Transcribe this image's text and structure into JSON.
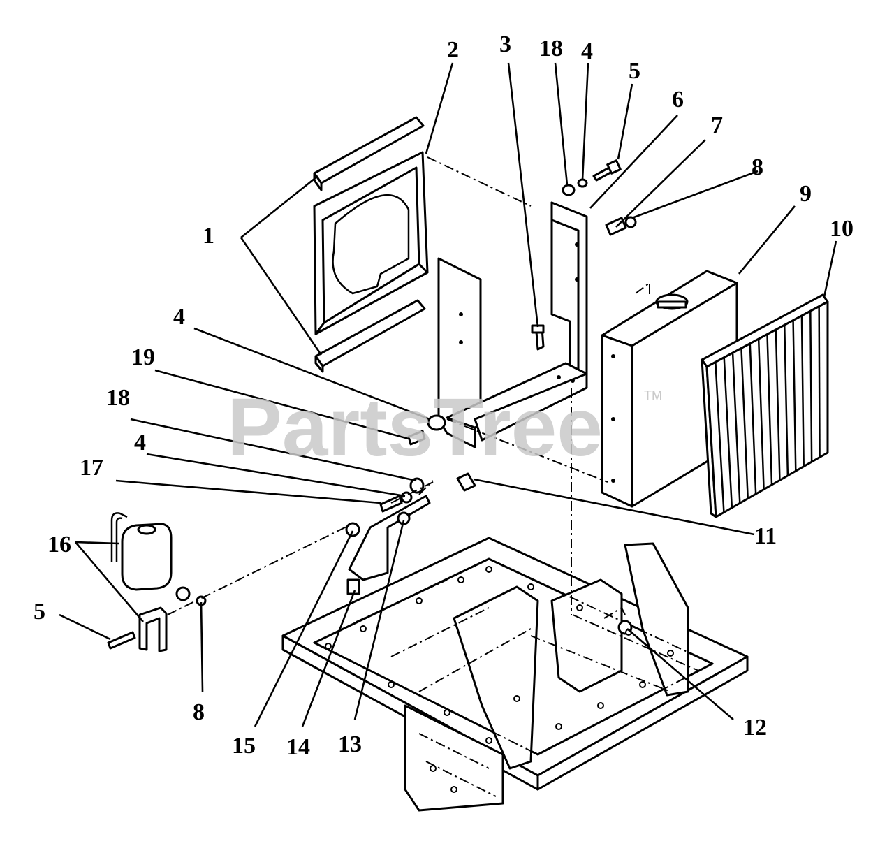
{
  "watermark": {
    "text": "PartsTree",
    "trademark": "TM"
  },
  "callouts": [
    {
      "id": "c1",
      "label": "1"
    },
    {
      "id": "c2",
      "label": "2"
    },
    {
      "id": "c3",
      "label": "3"
    },
    {
      "id": "c18a",
      "label": "18"
    },
    {
      "id": "c4a",
      "label": "4"
    },
    {
      "id": "c5a",
      "label": "5"
    },
    {
      "id": "c6",
      "label": "6"
    },
    {
      "id": "c7",
      "label": "7"
    },
    {
      "id": "c8a",
      "label": "8"
    },
    {
      "id": "c9",
      "label": "9"
    },
    {
      "id": "c10",
      "label": "10"
    },
    {
      "id": "c4b",
      "label": "4"
    },
    {
      "id": "c19",
      "label": "19"
    },
    {
      "id": "c18b",
      "label": "18"
    },
    {
      "id": "c4c",
      "label": "4"
    },
    {
      "id": "c17",
      "label": "17"
    },
    {
      "id": "c11",
      "label": "11"
    },
    {
      "id": "c16",
      "label": "16"
    },
    {
      "id": "c5b",
      "label": "5"
    },
    {
      "id": "c8b",
      "label": "8"
    },
    {
      "id": "c15",
      "label": "15"
    },
    {
      "id": "c14",
      "label": "14"
    },
    {
      "id": "c13",
      "label": "13"
    },
    {
      "id": "c12",
      "label": "12"
    }
  ]
}
